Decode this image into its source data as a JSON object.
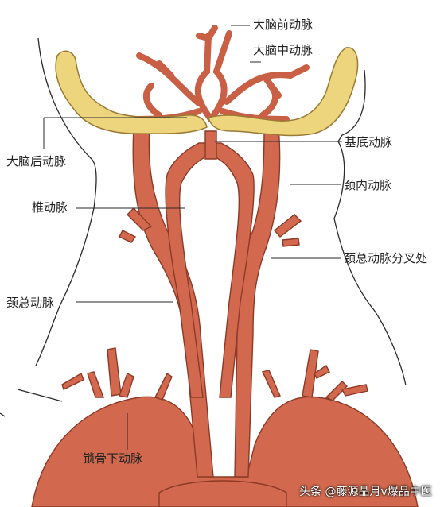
{
  "labels": {
    "anterior_cerebral": "大脑前动脉",
    "middle_cerebral": "大脑中动脉",
    "basilar": "基底动脉",
    "posterior_cerebral": "大脑后动脉",
    "internal_carotid": "颈内动脉",
    "vertebral": "椎动脉",
    "carotid_bifurcation": "颈总动脉分叉处",
    "common_carotid": "颈总动脉",
    "subclavian": "锁骨下动脉"
  },
  "watermark": "头条 @藤源晶月v爆品中医",
  "colors": {
    "artery": "#d2694e",
    "artery_outline": "#8c3a27",
    "bone": "#ecd57c",
    "bone_outline": "#9a7a35",
    "outline": "#2a2a2a"
  }
}
